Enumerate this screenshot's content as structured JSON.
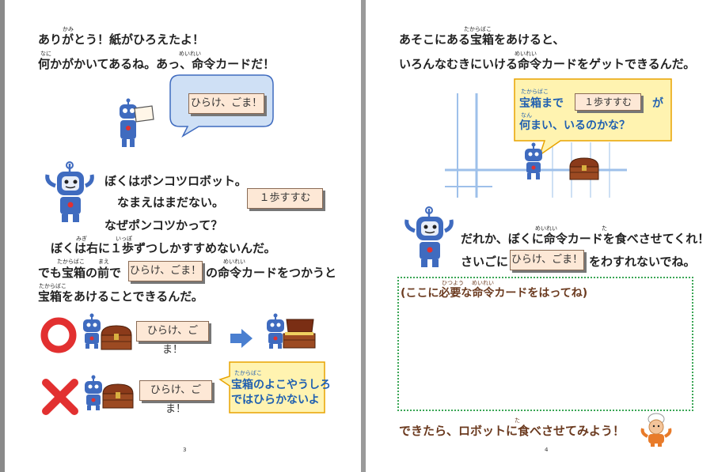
{
  "pages": [
    {
      "number": "3",
      "lines": [
        {
          "text": "ありがとう！紙がひろえたよ！",
          "ruby": "かみ"
        },
        {
          "text": "何かがかいてあるね。あっ、命令カードだ！",
          "ruby1": "なに",
          "ruby2": "めいれい"
        },
        {
          "text": "ぼくはポンコツロボット。"
        },
        {
          "text": "なまえはまだない。"
        },
        {
          "text": "なぜポンコツかって？"
        },
        {
          "text": "ぼくは右に１歩ずつしかすすめないんだ。",
          "ruby1": "みぎ",
          "ruby2": "いっぽ"
        },
        {
          "text_a": "でも宝箱の前で",
          "text_b": "の命令カードをつかうと",
          "ruby1": "たからばこ",
          "ruby2": "まえ",
          "ruby3": "めいれい"
        },
        {
          "text": "宝箱をあけることできるんだ。",
          "ruby": "たからばこ"
        }
      ],
      "cards": {
        "speech": "ひらけ、ごま！",
        "step": "１歩すすむ",
        "inline": "ひらけ、ごま！",
        "correct": "ひらけ、ごま！",
        "wrong": "ひらけ、ごま！"
      },
      "note": {
        "ruby": "たからばこ",
        "line1": "宝箱のよこやうしろ",
        "line2": "ではひらかないよ"
      }
    },
    {
      "number": "4",
      "lines": [
        {
          "text": "あそこにある宝箱をあけると、",
          "ruby": "たからばこ"
        },
        {
          "text": "いろんなむきにいける命令カードをゲットできるんだ。",
          "ruby": "めいれい"
        },
        {
          "text": "だれか、ぼくに命令カードを食べさせてくれ！",
          "ruby1": "めいれい",
          "ruby2": "た"
        },
        {
          "text_a": "さいごに",
          "text_b": "をわすれないでね。"
        },
        {
          "text": "できたら、ロボットに食べさせてみよう！",
          "ruby": "た"
        }
      ],
      "question": {
        "ruby1": "たからばこ",
        "line1_a": "宝箱まで",
        "line1_b": "が",
        "ruby2": "なん",
        "line2": "何まい、いるのかな？"
      },
      "cards": {
        "step": "１歩すすむ",
        "inline": "ひらけ、ごま！"
      },
      "paste_box": {
        "ruby1": "ひつよう",
        "ruby2": "めいれい",
        "label": "(ここに必要な命令カードをはってね)"
      }
    }
  ],
  "colors": {
    "robot_blue": "#3f6bbf",
    "highlight_blue": "#1f5fb0",
    "note_fill": "#fff3b0",
    "note_border": "#e8a300",
    "speech_fill": "#cfe0f5",
    "circle_red": "#e23030",
    "arrow_blue": "#4a7fd0",
    "dotted_green": "#3aa655",
    "brown_text": "#6b3a1f",
    "grid_blue": "#9ec0ea"
  },
  "icons": [
    "robot-icon",
    "paper-icon",
    "treasure-chest-icon",
    "open-chest-icon",
    "circle-ok-icon",
    "cross-ng-icon",
    "arrow-right-icon",
    "cook-character-icon"
  ]
}
